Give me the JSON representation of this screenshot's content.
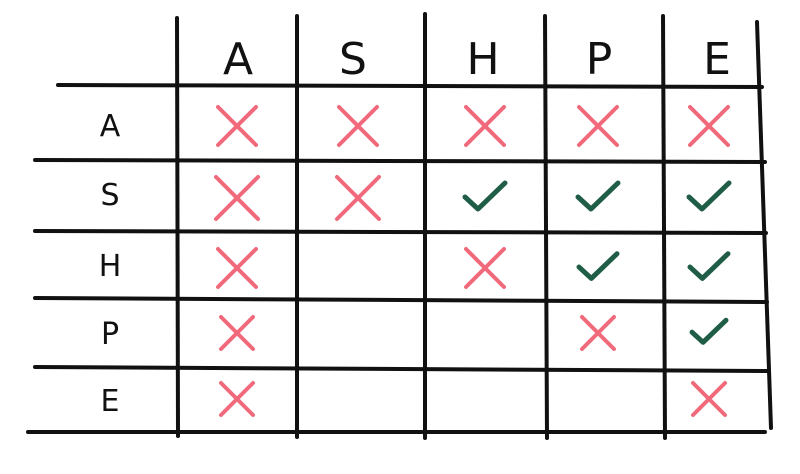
{
  "columns": [
    "A",
    "S",
    "H",
    "P",
    "E"
  ],
  "rows": [
    "A",
    "S",
    "H",
    "P",
    "E"
  ],
  "colors": {
    "cross": "#f06a7c",
    "check": "#1f5d47",
    "line": "#111111"
  },
  "cells": [
    [
      "cross",
      "cross",
      "cross",
      "cross",
      "cross"
    ],
    [
      "cross",
      "cross",
      "check",
      "check",
      "check"
    ],
    [
      "cross",
      "",
      "cross",
      "check",
      "check"
    ],
    [
      "cross",
      "",
      "",
      "cross",
      "check"
    ],
    [
      "cross",
      "",
      "",
      "",
      "cross"
    ]
  ]
}
